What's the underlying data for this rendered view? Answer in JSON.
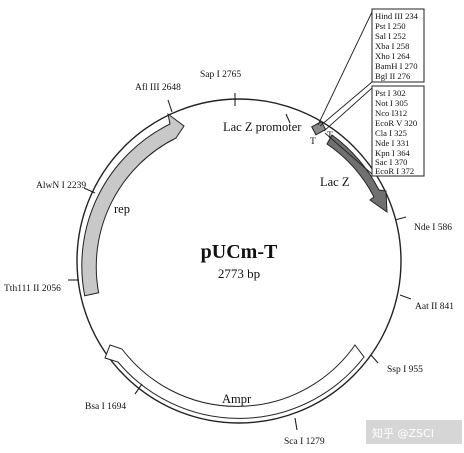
{
  "plasmid": {
    "name": "pUCm-T",
    "size": "2773 bp"
  },
  "sites": [
    {
      "label": "Sap I 2765"
    },
    {
      "label": "Afl III 2648"
    },
    {
      "label": "AlwN I 2239"
    },
    {
      "label": "Tth111 II 2056"
    },
    {
      "label": "Bsa I 1694"
    },
    {
      "label": "Sca I 1279"
    },
    {
      "label": "Ssp I 955"
    },
    {
      "label": "Aat II 841"
    },
    {
      "label": "Nde I 586"
    }
  ],
  "features": {
    "lacz_promoter": "Lac Z promoter",
    "lacz": "Lac Z",
    "rep": "rep",
    "ampr": "Ampr",
    "t_left": "T",
    "t_right": "T"
  },
  "mcs_top": [
    "Hind III 234",
    "Pst I 250",
    "Sal I 252",
    "Xba I 258",
    "Xho I 264",
    "BamH I 270",
    "Bgl II 276"
  ],
  "mcs_bottom": [
    "Pst I 302",
    "Not I 305",
    "Nco I312",
    "EcoR V 320",
    "Cla I 325",
    "Nde I 331",
    "Kpn I 364",
    "Sac I 370",
    "EcoR I 372"
  ],
  "watermark": "知乎 @ZSCI",
  "colors": {
    "rep_fill": "#c8c8c8",
    "lacz_fill": "#707070",
    "promoter_fill": "#8a8a8a",
    "ampr_fill": "#ffffff"
  }
}
